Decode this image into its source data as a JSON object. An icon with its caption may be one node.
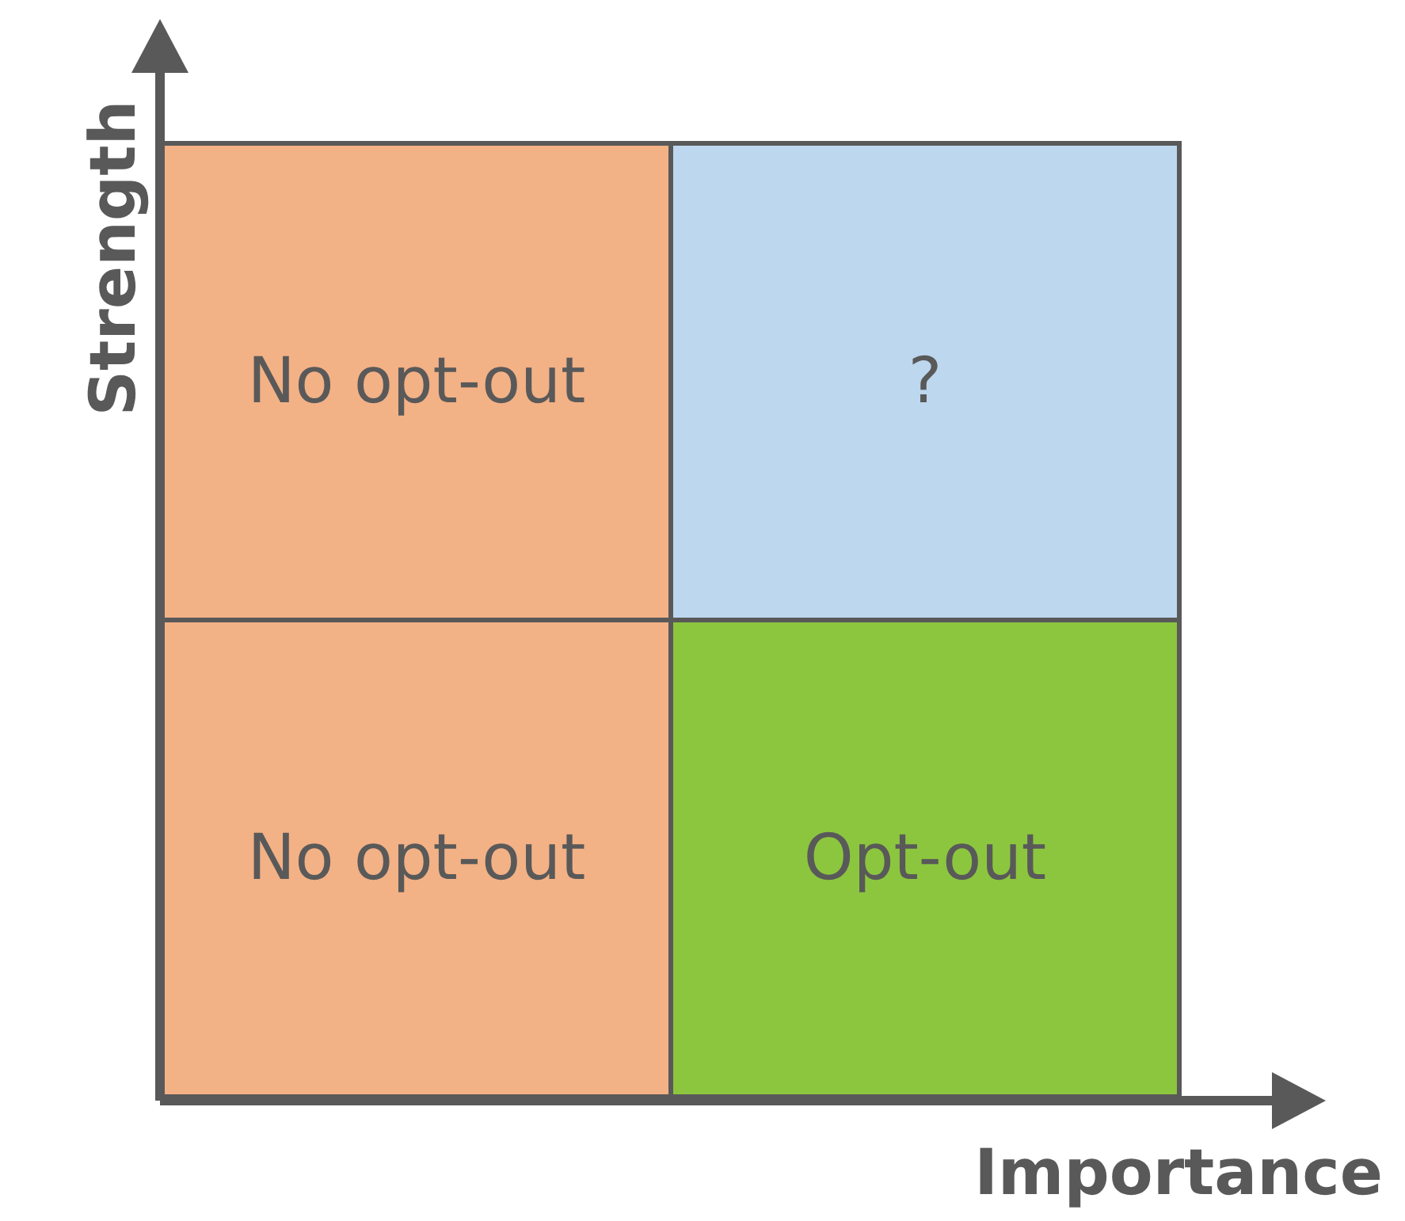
{
  "diagram": {
    "nodes": [
      {
        "text": [
          "No opt-out"
        ]
      },
      {
        "text": [
          "?"
        ]
      },
      {
        "text": [
          "No opt-out"
        ]
      },
      {
        "text": [
          "Opt-out"
        ]
      }
    ],
    "edges": [],
    "labels": [
      "Strength",
      "Importance"
    ]
  }
}
